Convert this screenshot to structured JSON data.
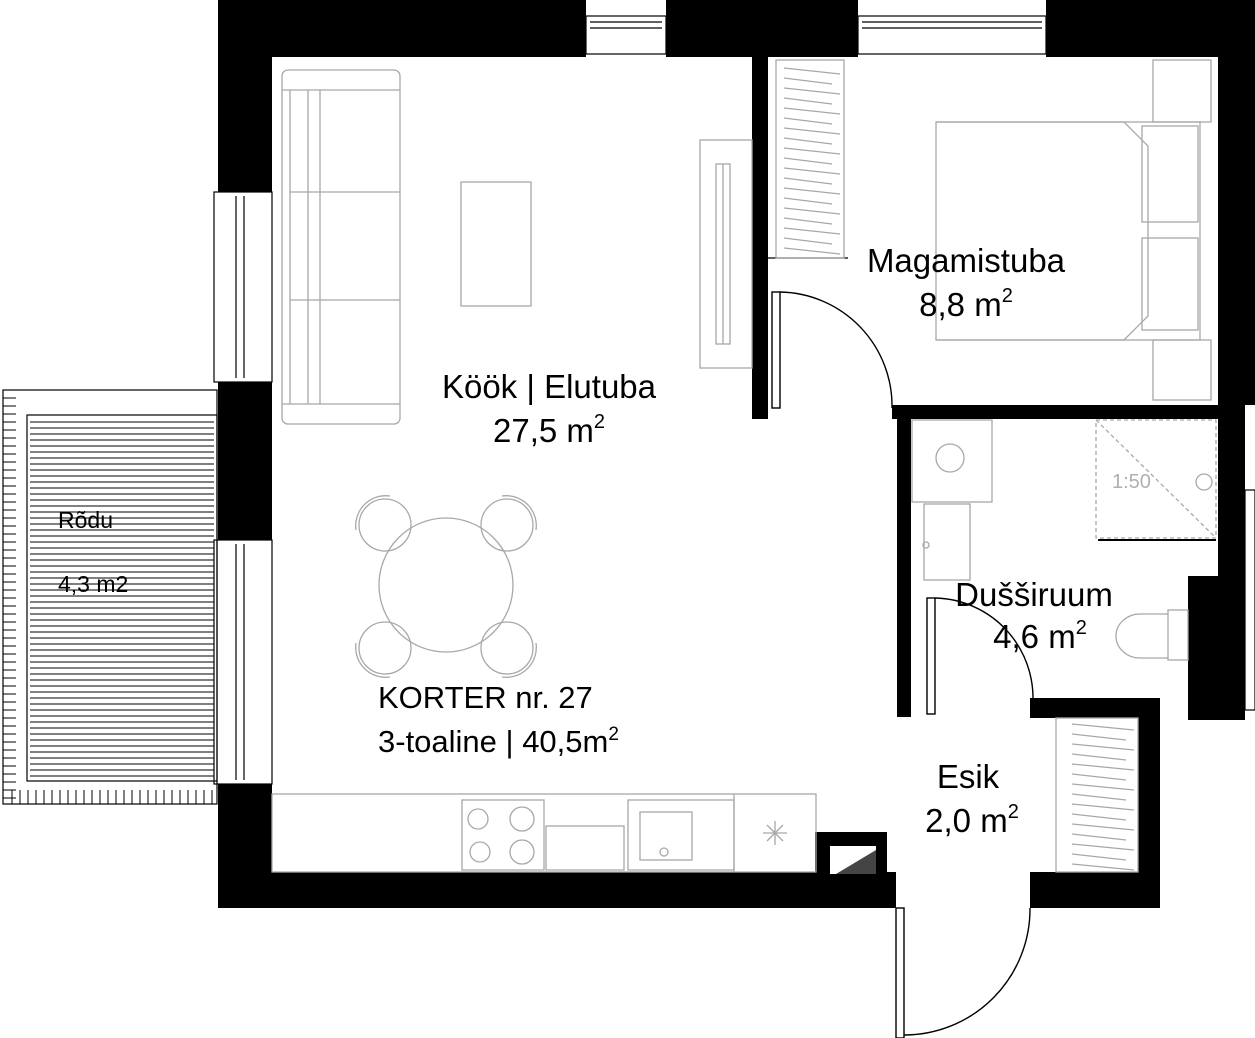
{
  "apartment": {
    "title": "KORTER nr. 27",
    "summary_prefix": "3-toaline | 40,5m",
    "summary_sup": "2"
  },
  "rooms": {
    "kitchen": {
      "name": "Köök | Elutuba",
      "area": "27,5  m",
      "sup": "2"
    },
    "bedroom": {
      "name": "Magamistuba",
      "area": "8,8  m",
      "sup": "2"
    },
    "shower": {
      "name": "Dušširuum",
      "area": "4,6  m",
      "sup": "2"
    },
    "hall": {
      "name": "Esik",
      "area": "2,0  m",
      "sup": "2"
    },
    "balcony": {
      "name": "Rõdu",
      "area": "4,3 m2"
    }
  },
  "scale_note": "1:50",
  "colors": {
    "wall": "#000000",
    "furniture": "#a8a8a8",
    "background": "#ffffff"
  }
}
